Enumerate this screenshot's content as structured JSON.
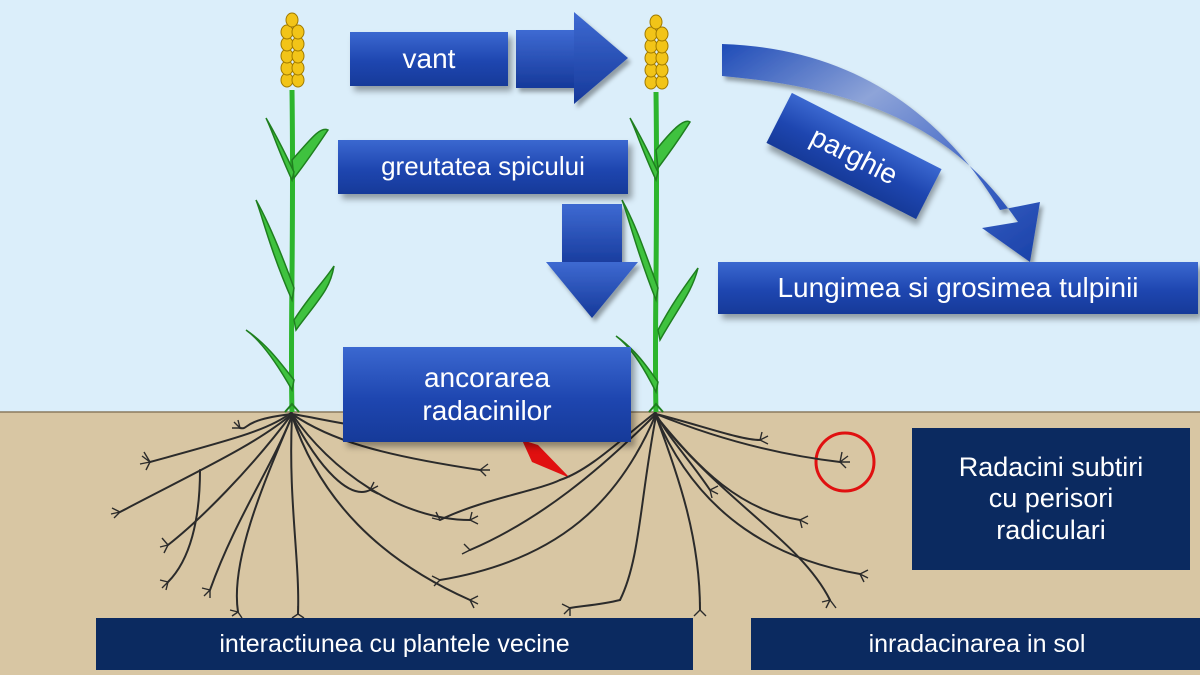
{
  "labels": {
    "wind": "vant",
    "ear_weight": "greutatea spicului",
    "lever": "parghie",
    "stem": "Lungimea si grosimea tulpinii",
    "anchoring_line1": "ancorarea",
    "anchoring_line2": "radacinilor",
    "fine_roots_line1": "Radacini subtiri",
    "fine_roots_line2": "cu perisori",
    "fine_roots_line3": "radiculari",
    "neighbors": "interactiunea cu plantele vecine",
    "rooting": "inradacinarea in sol"
  },
  "colors": {
    "sky": "#dbeefa",
    "soil": "#d8c6a3",
    "label_blue": "#1e46b0",
    "label_navy": "#0b2a60",
    "stem_green": "#2db52d",
    "ear_yellow": "#f2c418",
    "root": "#2b2b2b",
    "highlight_red": "#e01010"
  }
}
